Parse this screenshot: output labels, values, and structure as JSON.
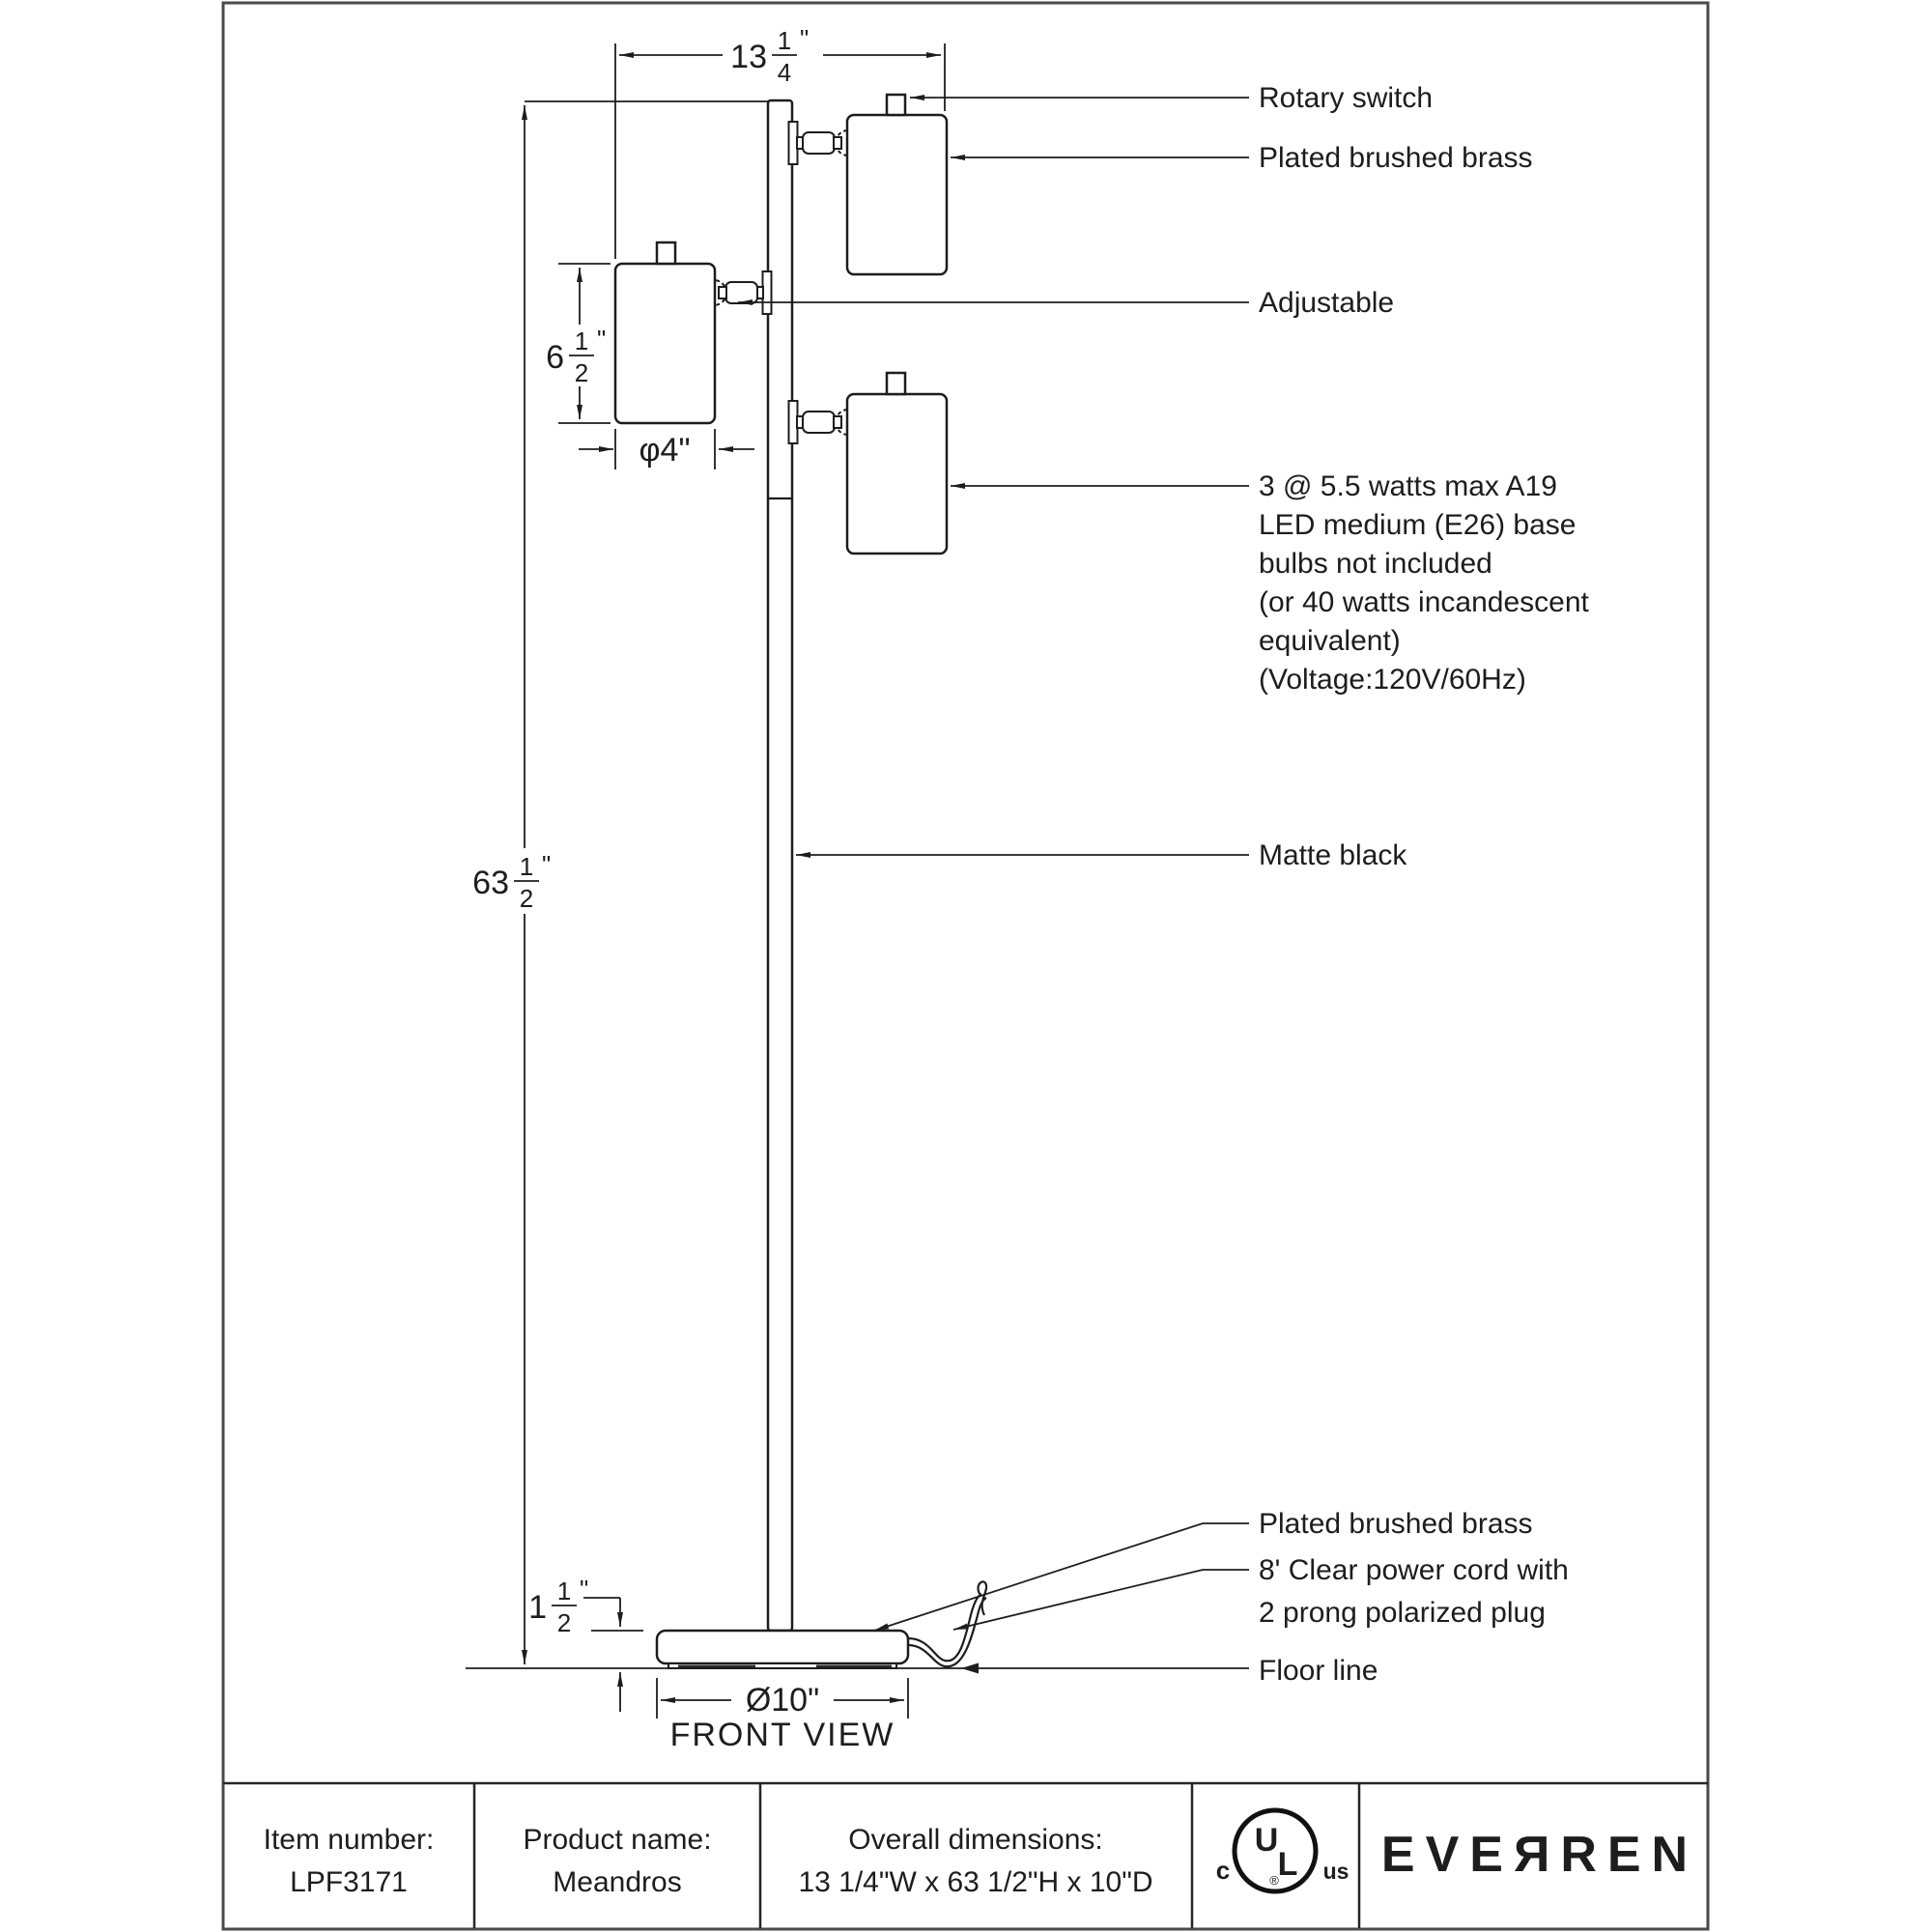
{
  "colors": {
    "ink": "#1d1d1d",
    "frame": "#4a4a4a",
    "background": "#ffffff"
  },
  "drawing": {
    "view_label": "FRONT VIEW",
    "dims": {
      "width": {
        "whole": "13",
        "num": "1",
        "den": "4",
        "unit": "\""
      },
      "height": {
        "whole": "63",
        "num": "1",
        "den": "2",
        "unit": "\""
      },
      "shade_height": {
        "whole": "6",
        "num": "1",
        "den": "2",
        "unit": "\""
      },
      "base_height": {
        "whole": "1",
        "num": "1",
        "den": "2",
        "unit": "\""
      },
      "shade_diameter": "φ4\"",
      "base_diameter": "Ø10\""
    },
    "callouts": {
      "rotary": "Rotary switch",
      "brass_top": "Plated brushed brass",
      "adjustable": "Adjustable",
      "bulb_lines": [
        "3 @ 5.5 watts max A19",
        "LED medium (E26) base",
        "bulbs not included",
        "(or 40 watts incandescent",
        "equivalent)",
        "(Voltage:120V/60Hz)"
      ],
      "matte": "Matte black",
      "brass_base": "Plated brushed brass",
      "cord_lines": [
        "8' Clear power cord with",
        "2 prong polarized plug"
      ],
      "floor": "Floor line"
    }
  },
  "footer": {
    "item_label": "Item number:",
    "item_value": "LPF3171",
    "product_label": "Product name:",
    "product_value": "Meandros",
    "dims_label": "Overall dimensions:",
    "dims_value": "13 1/4\"W x 63 1/2\"H  x 10\"D",
    "cert": {
      "c": "c",
      "u": "U",
      "l": "L",
      "reg": "®",
      "us": "us"
    },
    "brand": "EVEЯREN"
  }
}
